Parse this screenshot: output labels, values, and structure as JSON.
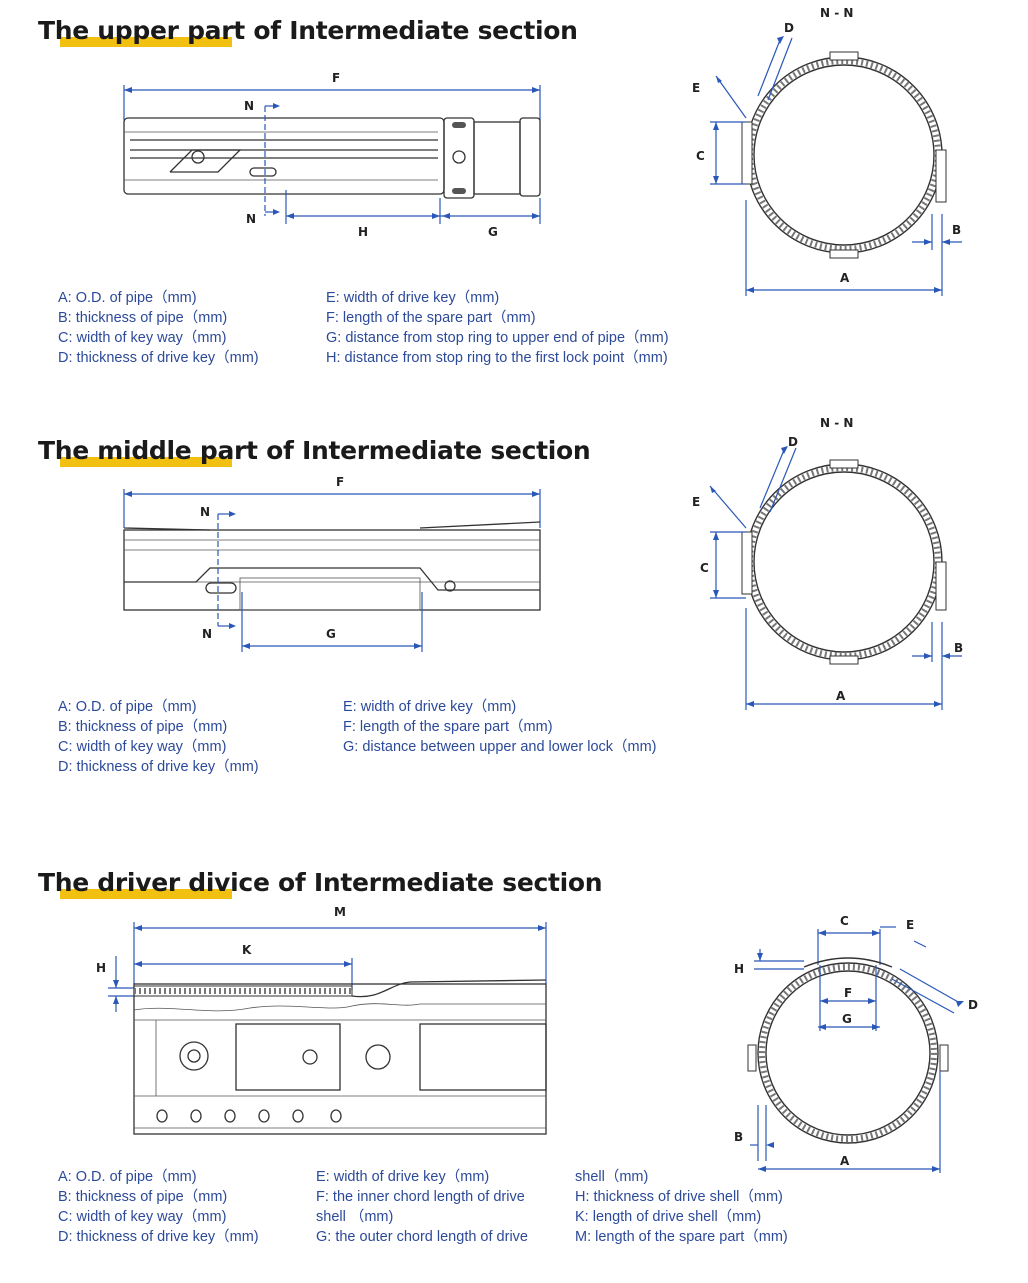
{
  "sections": [
    {
      "title": "The upper part of Intermediate section",
      "section_label": "N - N",
      "side_labels": {
        "F": "F",
        "N_top": "N",
        "N_bottom": "N",
        "H": "H",
        "G": "G"
      },
      "circle_labels": {
        "D": "D",
        "E": "E",
        "C": "C",
        "B": "B",
        "A": "A"
      },
      "legend_left": [
        "A: O.D. of pipe（mm)",
        "B: thickness of pipe（mm)",
        "C: width of key way（mm)",
        "D: thickness of drive key（mm)"
      ],
      "legend_right": [
        "E: width of drive key（mm)",
        "F: length of the spare part（mm)",
        "G: distance from stop ring to upper end of pipe（mm)",
        "H: distance from stop ring to the first lock point（mm)"
      ]
    },
    {
      "title": "The middle part of Intermediate section",
      "section_label": "N - N",
      "side_labels": {
        "F": "F",
        "N_top": "N",
        "N_bottom": "N",
        "G": "G"
      },
      "circle_labels": {
        "D": "D",
        "E": "E",
        "C": "C",
        "B": "B",
        "A": "A"
      },
      "legend_left": [
        "A: O.D. of pipe（mm)",
        "B: thickness of pipe（mm)",
        "C: width of key way（mm)",
        "D: thickness of drive key（mm)"
      ],
      "legend_right": [
        "E: width of drive key（mm)",
        "F: length of the spare part（mm)",
        "G: distance between upper and lower lock（mm)"
      ]
    },
    {
      "title": "The driver divice of Intermediate section",
      "side_labels": {
        "M": "M",
        "K": "K",
        "H": "H"
      },
      "circle_labels": {
        "C": "C",
        "E": "E",
        "H": "H",
        "F": "F",
        "G": "G",
        "D": "D",
        "B": "B",
        "A": "A"
      },
      "legend_col1": [
        "A: O.D. of pipe（mm)",
        "B: thickness of pipe（mm)",
        "C: width of key way（mm)",
        "D: thickness of drive key（mm)"
      ],
      "legend_col2": [
        "E: width of drive key（mm)",
        "F: the inner chord length of drive",
        "shell （mm)",
        "G: the outer chord length of drive"
      ],
      "legend_col3": [
        "shell（mm)",
        "H: thickness of drive shell（mm)",
        "K: length of drive shell（mm)",
        "M: length of the spare part（mm)"
      ]
    }
  ],
  "colors": {
    "highlight": "#f2c010",
    "dimension": "#2a58b8",
    "legend_text": "#2c4a9a"
  }
}
